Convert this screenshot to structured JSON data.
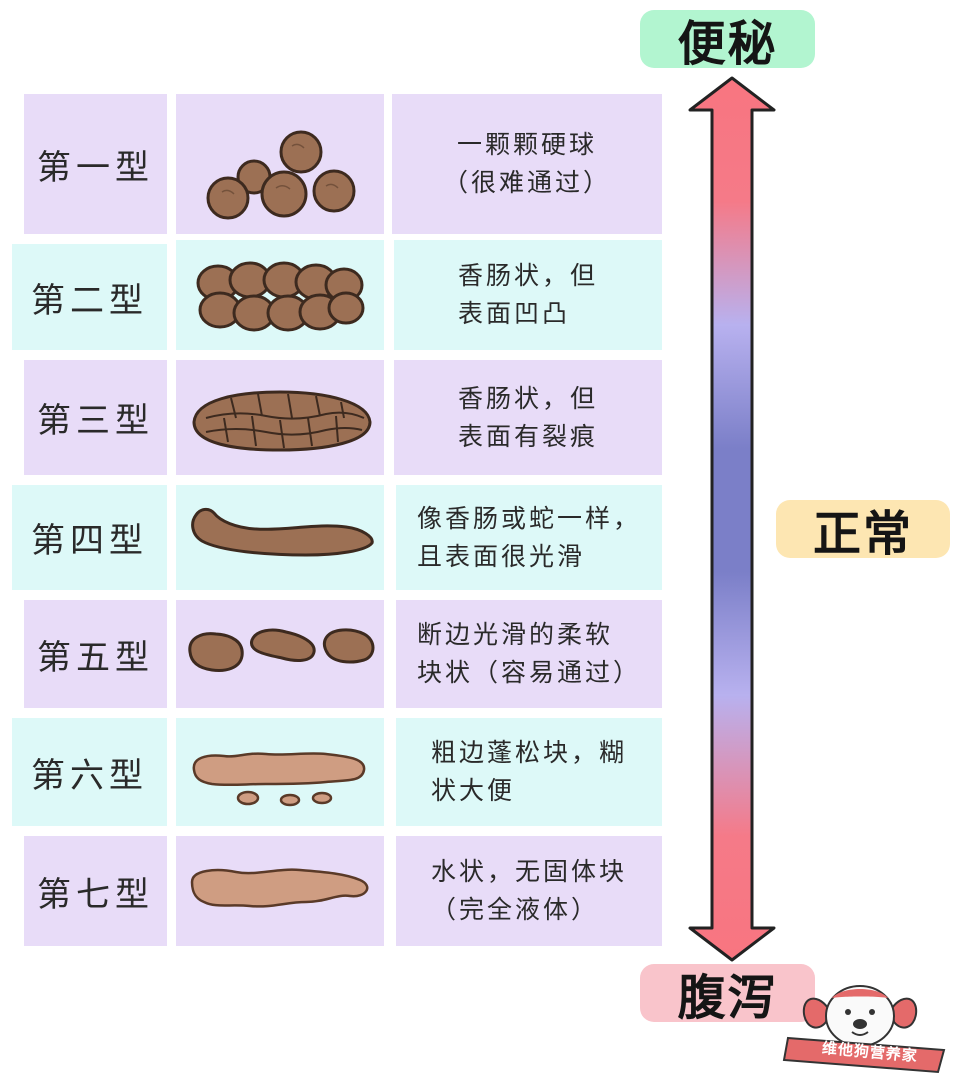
{
  "labels": {
    "constipation": "便秘",
    "normal": "正常",
    "diarrhea": "腹泻"
  },
  "colors": {
    "constipation_bg": "#b2f5d0",
    "normal_bg": "#fde6b2",
    "diarrhea_bg": "#f9c4cb",
    "arrow_end": "#f87580",
    "arrow_mid": "#7b7fc8",
    "stool_dark": "#9c7054",
    "stool_light": "#cf9d82"
  },
  "rows": [
    {
      "type": "第一型",
      "description": "一颗颗硬球\n（很难通过）"
    },
    {
      "type": "第二型",
      "description": "香肠状，但\n表面凹凸"
    },
    {
      "type": "第三型",
      "description": "香肠状，但\n表面有裂痕"
    },
    {
      "type": "第四型",
      "description": "像香肠或蛇一样，\n且表面很光滑"
    },
    {
      "type": "第五型",
      "description": "断边光滑的柔软\n块状（容易通过）"
    },
    {
      "type": "第六型",
      "description": "粗边蓬松块，糊\n状大便"
    },
    {
      "type": "第七型",
      "description": "水状，无固体块\n（完全液体）"
    }
  ],
  "watermark": {
    "text": "维他狗营养家",
    "icon": "dog-mascot-icon"
  }
}
